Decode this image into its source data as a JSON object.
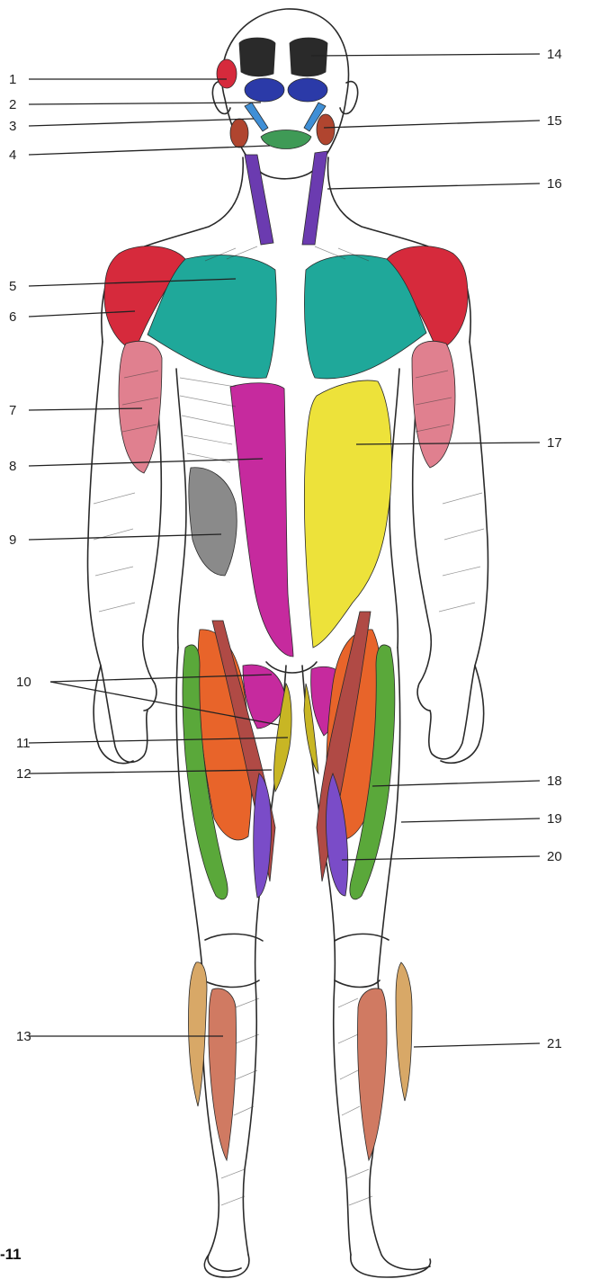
{
  "figure_number": "-11",
  "labels": [
    "1",
    "2",
    "3",
    "4",
    "5",
    "6",
    "7",
    "8",
    "9",
    "10",
    "11",
    "12",
    "13",
    "14",
    "15",
    "16",
    "17",
    "18",
    "19",
    "20",
    "21"
  ],
  "colors": {
    "red": "#d62a3c",
    "blue": "#2b3aa8",
    "lightblue": "#3f8fd6",
    "brown": "#b0452f",
    "green": "#3f9a56",
    "purple": "#6b3bb0",
    "teal": "#1fa89a",
    "pink": "#e0808f",
    "magenta": "#c62a9e",
    "gray": "#8a8a8a",
    "yellow": "#ede23a",
    "orange": "#e8642a",
    "limegreen": "#5aa83a",
    "violet": "#7a4cc8",
    "tan": "#d8a867",
    "salmon": "#d07a62",
    "dark": "#2a2a2a"
  }
}
